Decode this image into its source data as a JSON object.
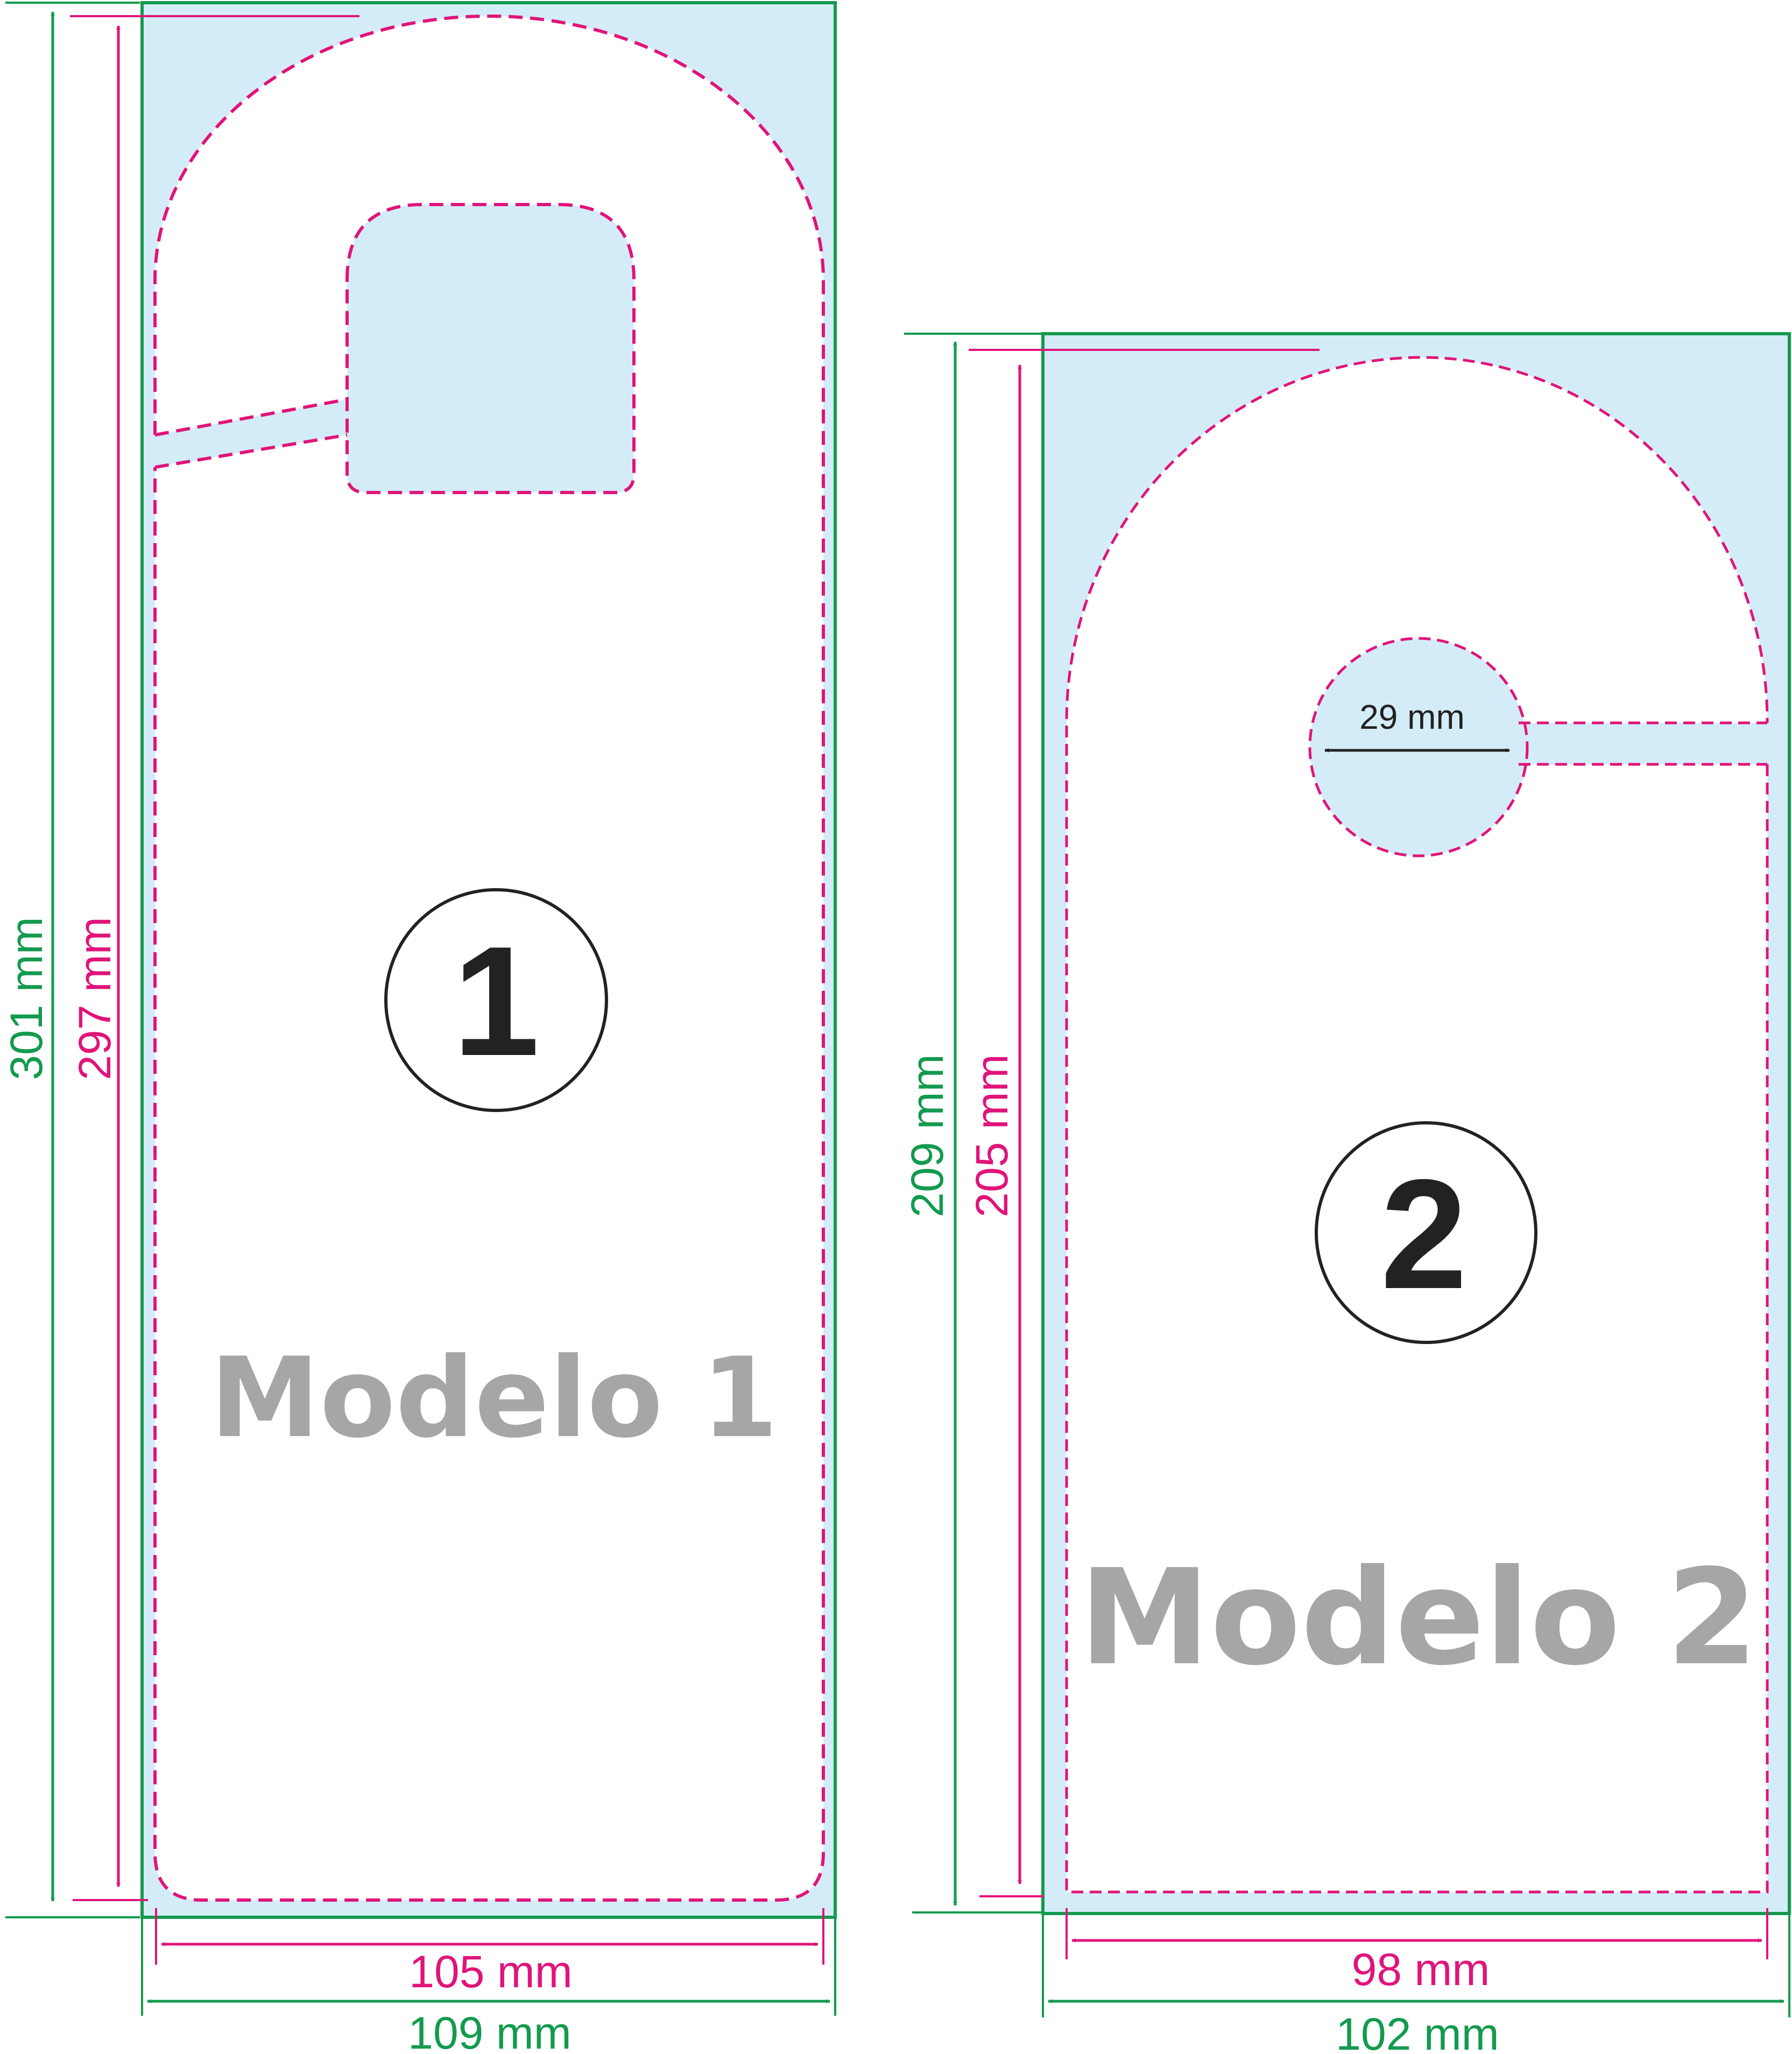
{
  "colors": {
    "trim_green": "#139a4e",
    "cut_magenta": "#e0147a",
    "bleed_fill": "#d4ecf7",
    "model_text": "#a6a6a6",
    "number_text": "#222222"
  },
  "model1": {
    "number": "1",
    "title": "Modelo 1",
    "outer_height": "301 mm",
    "inner_height": "297 mm",
    "inner_width": "105 mm",
    "outer_width": "109 mm"
  },
  "model2": {
    "number": "2",
    "title": "Modelo 2",
    "outer_height": "209 mm",
    "inner_height": "205 mm",
    "inner_width": "98 mm",
    "outer_width": "102 mm",
    "hole_diameter": "29 mm"
  }
}
